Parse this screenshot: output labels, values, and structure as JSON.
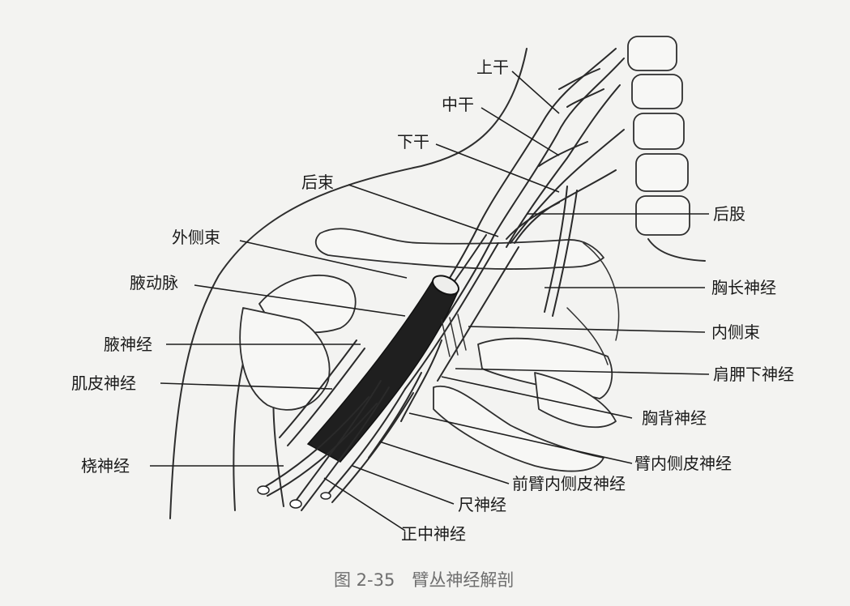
{
  "figure": {
    "caption": "图 2-35　臂丛神经解剖",
    "labels": {
      "upper_trunk": "上干",
      "middle_trunk": "中干",
      "lower_trunk": "下干",
      "posterior_cord": "后束",
      "posterior_division": "后股",
      "lateral_cord": "外侧束",
      "axillary_artery": "腋动脉",
      "long_thoracic_nerve": "胸长神经",
      "axillary_nerve": "腋神经",
      "medial_cord": "内侧束",
      "musculocutaneous_nerve": "肌皮神经",
      "subscapular_nerve": "肩胛下神经",
      "thoracodorsal_nerve": "胸背神经",
      "radial_nerve": "桡神经",
      "medial_brachial_cutaneous_nerve": "臂内侧皮神经",
      "medial_antebrachial_cutaneous_nerve": "前臂内侧皮神经",
      "ulnar_nerve": "尺神经",
      "median_nerve": "正中神经"
    }
  }
}
